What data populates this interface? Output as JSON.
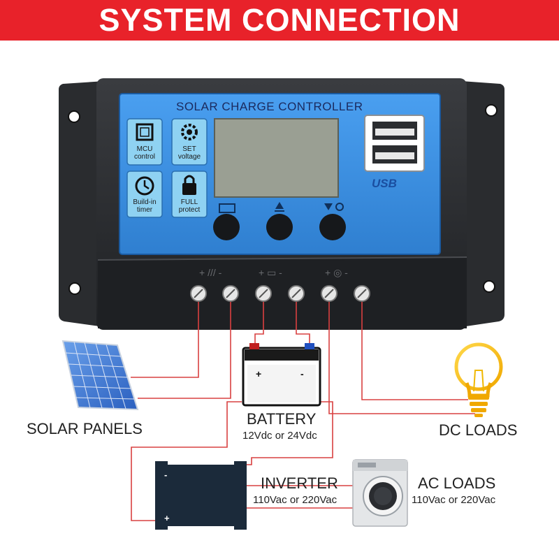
{
  "banner": {
    "title": "SYSTEM CONNECTION"
  },
  "controller": {
    "title": "SOLAR CHARGE CONTROLLER",
    "features": [
      {
        "line1": "MCU",
        "line2": "control",
        "icon": "chip-icon"
      },
      {
        "line1": "SET",
        "line2": "voltage",
        "icon": "gear-icon"
      },
      {
        "line1": "Build-in",
        "line2": "timer",
        "icon": "clock-icon"
      },
      {
        "line1": "FULL",
        "line2": "protect",
        "icon": "lock-icon"
      }
    ],
    "usb_label": "USB",
    "buttons": [
      "menu-button",
      "up-button",
      "down-button"
    ]
  },
  "components": {
    "solar_panels": {
      "label": "SOLAR PANELS"
    },
    "battery": {
      "label": "BATTERY",
      "spec": "12Vdc or 24Vdc"
    },
    "dc_loads": {
      "label": "DC LOADS"
    },
    "inverter": {
      "label": "INVERTER",
      "spec": "110Vac or 220Vac"
    },
    "ac_loads": {
      "label": "AC LOADS",
      "spec": "110Vac or 220Vac"
    }
  },
  "colors": {
    "banner": "#e8222a",
    "panel_blue": "#3d8fe0",
    "wire": "#d94040",
    "housing": "#2b2d30"
  }
}
